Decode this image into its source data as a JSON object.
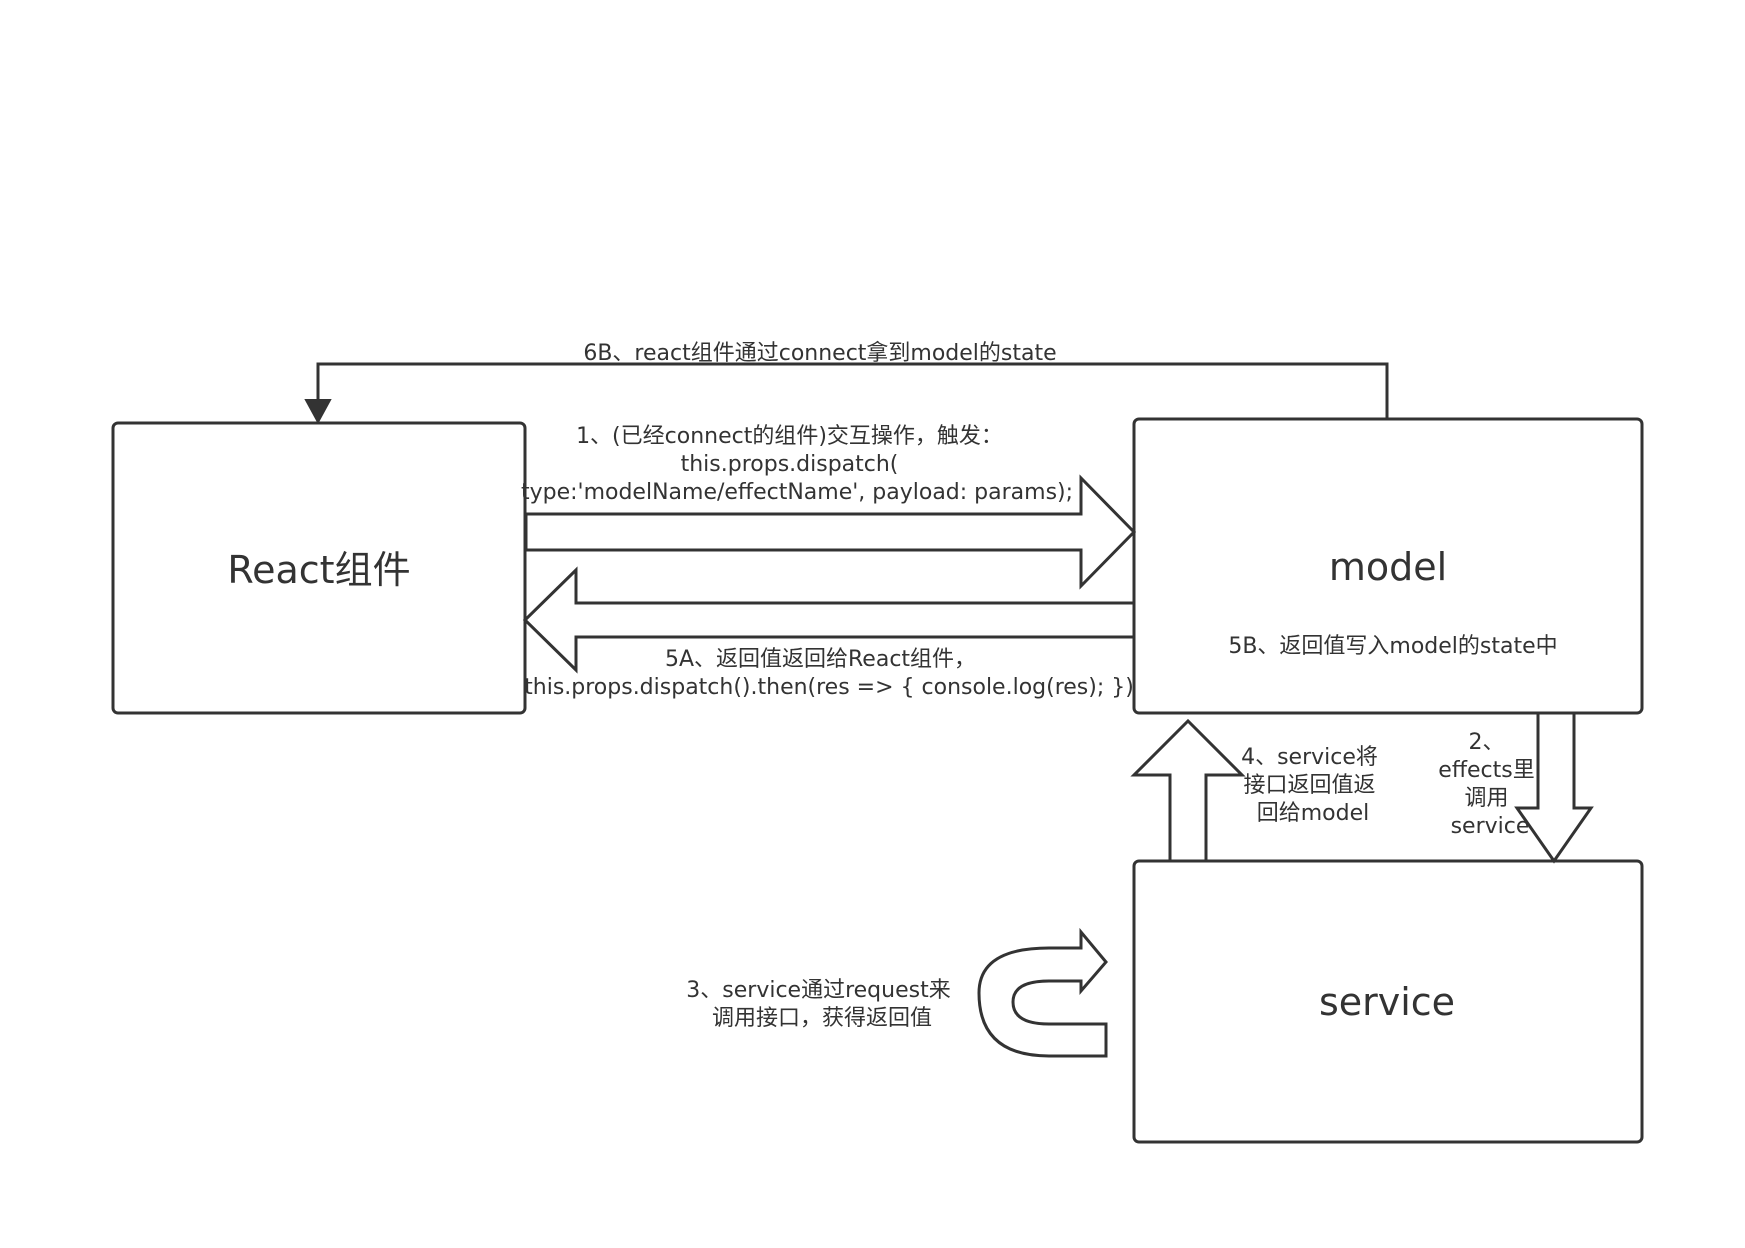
{
  "nodes": {
    "react": {
      "label": "React组件"
    },
    "model": {
      "label": "model",
      "note": "5B、返回值写入model的state中"
    },
    "service": {
      "label": "service"
    }
  },
  "edges": {
    "step1": {
      "lines": [
        "1、(已经connect的组件)交互操作，触发：",
        "this.props.dispatch(",
        "type:'modelName/effectName', payload: params);"
      ]
    },
    "step5a": {
      "lines": [
        "5A、返回值返回给React组件，",
        "this.props.dispatch().then(res => { console.log(res); })"
      ]
    },
    "step6b": {
      "label": "6B、react组件通过connect拿到model的state"
    },
    "step2": {
      "lines": [
        "2、",
        "effects里",
        "调用",
        "service"
      ]
    },
    "step4": {
      "lines": [
        "4、service将",
        "接口返回值返",
        "回给model"
      ]
    },
    "step3": {
      "lines": [
        "3、service通过request来",
        "调用接口，获得返回值"
      ]
    }
  },
  "colors": {
    "stroke": "#333333",
    "fill": "#ffffff",
    "text": "#333333"
  }
}
